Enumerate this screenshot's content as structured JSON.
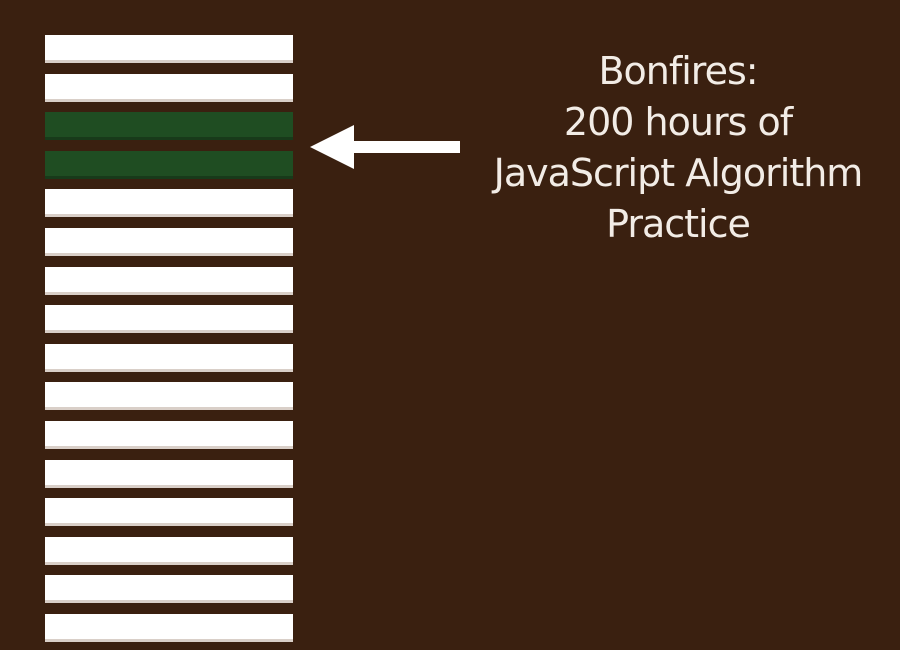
{
  "colors": {
    "background": "#3a2010",
    "bar_default": "#ffffff",
    "bar_highlight": "#1f4d22",
    "text": "#f2ece6"
  },
  "bars": {
    "total": 16,
    "highlighted": [
      2,
      3
    ]
  },
  "callout": {
    "lines": [
      "Bonfires:",
      "200 hours of",
      "JavaScript Algorithm",
      "Practice"
    ]
  },
  "arrow_icon": "arrow-left-icon"
}
